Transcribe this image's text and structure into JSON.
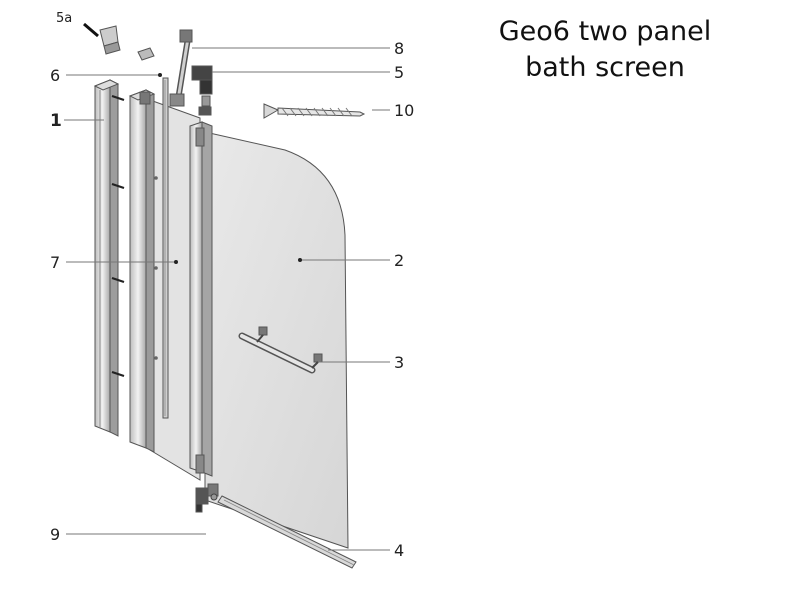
{
  "title": {
    "line1": "Geo6 two panel",
    "line2": "bath screen"
  },
  "callouts": [
    {
      "id": "5a",
      "label": "5a"
    },
    {
      "id": "6",
      "label": "6"
    },
    {
      "id": "1",
      "label": "1"
    },
    {
      "id": "7",
      "label": "7"
    },
    {
      "id": "8",
      "label": "8"
    },
    {
      "id": "5",
      "label": "5"
    },
    {
      "id": "10",
      "label": "10"
    },
    {
      "id": "2",
      "label": "2"
    },
    {
      "id": "3",
      "label": "3"
    },
    {
      "id": "9",
      "label": "9"
    },
    {
      "id": "4",
      "label": "4"
    }
  ]
}
